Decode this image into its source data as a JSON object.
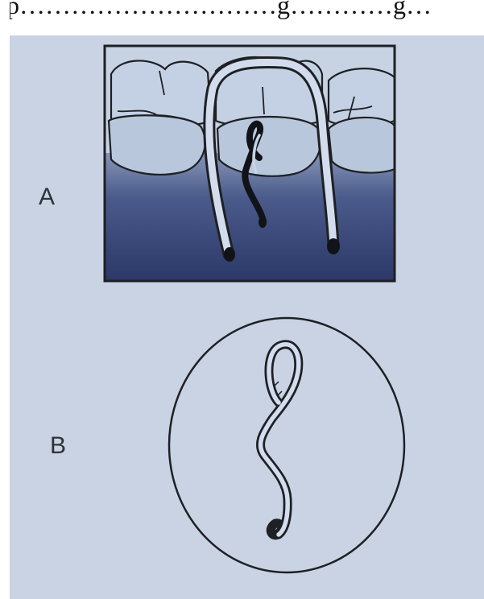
{
  "top_caption": "p…………………………g…………g…",
  "figure_a": {
    "label": "A"
  },
  "figure_b": {
    "label": "B"
  },
  "colors": {
    "paper": "#c9d3e4",
    "ink": "#1e2024",
    "tooth": "#c4d1e4",
    "gum_dark": "#2e3d70"
  }
}
